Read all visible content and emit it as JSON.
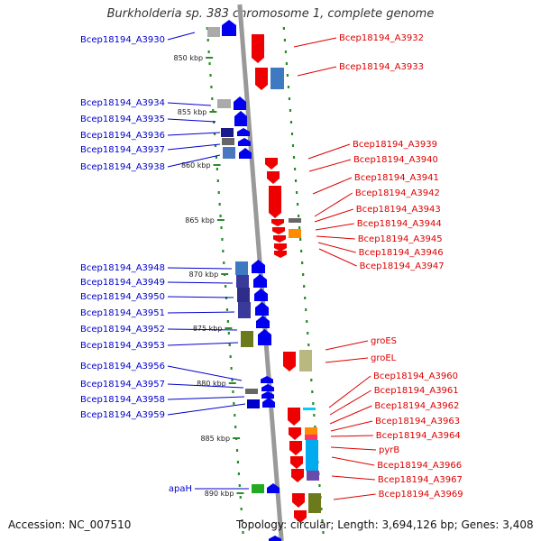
{
  "title": "Burkholderia sp. 383 chromosome 1, complete genome",
  "footer": {
    "accession": "Accession: NC_007510",
    "topology": "Topology: circular; Length: 3,694,126 bp; Genes: 3,408"
  },
  "colors": {
    "left_label": "#0000cc",
    "right_label": "#dd0000",
    "backbone": "#999999",
    "tick": "#2a8a2a"
  },
  "kbp_ticks": [
    "850 kbp",
    "855 kbp",
    "860 kbp",
    "865 kbp",
    "870 kbp",
    "875 kbp",
    "880 kbp",
    "885 kbp",
    "890 kbp"
  ],
  "left_genes": [
    {
      "label": "Bcep18194_A3930",
      "color": "#0000cc"
    },
    {
      "label": "Bcep18194_A3934",
      "color": "#0000cc"
    },
    {
      "label": "Bcep18194_A3935",
      "color": "#0000cc"
    },
    {
      "label": "Bcep18194_A3936",
      "color": "#0000cc"
    },
    {
      "label": "Bcep18194_A3937",
      "color": "#0000cc"
    },
    {
      "label": "Bcep18194_A3938",
      "color": "#0000cc"
    },
    {
      "label": "Bcep18194_A3948",
      "color": "#0000cc"
    },
    {
      "label": "Bcep18194_A3949",
      "color": "#0000cc"
    },
    {
      "label": "Bcep18194_A3950",
      "color": "#0000cc"
    },
    {
      "label": "Bcep18194_A3951",
      "color": "#0000cc"
    },
    {
      "label": "Bcep18194_A3952",
      "color": "#0000cc"
    },
    {
      "label": "Bcep18194_A3953",
      "color": "#0000cc"
    },
    {
      "label": "Bcep18194_A3956",
      "color": "#0000cc"
    },
    {
      "label": "Bcep18194_A3957",
      "color": "#0000cc"
    },
    {
      "label": "Bcep18194_A3958",
      "color": "#0000cc"
    },
    {
      "label": "Bcep18194_A3959",
      "color": "#0000cc"
    },
    {
      "label": "apaH",
      "color": "#0000cc"
    }
  ],
  "right_genes": [
    {
      "label": "Bcep18194_A3932",
      "color": "#dd0000"
    },
    {
      "label": "Bcep18194_A3933",
      "color": "#dd0000"
    },
    {
      "label": "Bcep18194_A3939",
      "color": "#dd0000"
    },
    {
      "label": "Bcep18194_A3940",
      "color": "#dd0000"
    },
    {
      "label": "Bcep18194_A3941",
      "color": "#dd0000"
    },
    {
      "label": "Bcep18194_A3942",
      "color": "#dd0000"
    },
    {
      "label": "Bcep18194_A3943",
      "color": "#dd0000"
    },
    {
      "label": "Bcep18194_A3944",
      "color": "#dd0000"
    },
    {
      "label": "Bcep18194_A3945",
      "color": "#dd0000"
    },
    {
      "label": "Bcep18194_A3946",
      "color": "#dd0000"
    },
    {
      "label": "Bcep18194_A3947",
      "color": "#dd0000"
    },
    {
      "label": "groES",
      "color": "#dd0000"
    },
    {
      "label": "groEL",
      "color": "#dd0000"
    },
    {
      "label": "Bcep18194_A3960",
      "color": "#dd0000"
    },
    {
      "label": "Bcep18194_A3961",
      "color": "#dd0000"
    },
    {
      "label": "Bcep18194_A3962",
      "color": "#dd0000"
    },
    {
      "label": "Bcep18194_A3963",
      "color": "#dd0000"
    },
    {
      "label": "Bcep18194_A3964",
      "color": "#dd0000"
    },
    {
      "label": "pyrB",
      "color": "#dd0000"
    },
    {
      "label": "Bcep18194_A3966",
      "color": "#dd0000"
    },
    {
      "label": "Bcep18194_A3967",
      "color": "#dd0000"
    },
    {
      "label": "Bcep18194_A3969",
      "color": "#dd0000"
    }
  ]
}
